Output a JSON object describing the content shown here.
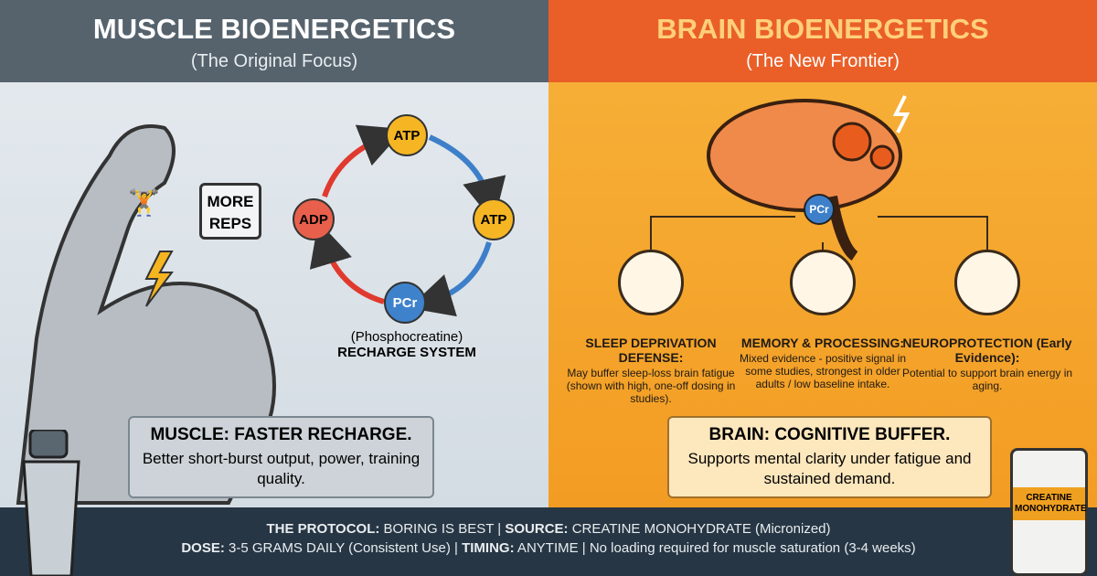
{
  "muscle": {
    "title": "MUSCLE BIOENERGETICS",
    "subtitle": "(The Original Focus)",
    "badge": "MORE REPS",
    "cycle": {
      "top": "ATP",
      "right": "ATP",
      "bottom": "PCr",
      "left": "ADP",
      "caption1": "(Phosphocreatine)",
      "caption2": "RECHARGE SYSTEM"
    },
    "summary": {
      "heading": "MUSCLE: FASTER RECHARGE.",
      "text": "Better short-burst output, power, training quality."
    }
  },
  "brain": {
    "title": "BRAIN BIOENERGETICS",
    "subtitle": "(The New Frontier)",
    "pcr_label": "PCr",
    "benefits": [
      {
        "heading": "SLEEP DEPRIVATION DEFENSE:",
        "text": "May buffer sleep-loss brain fatigue (shown with high, one-off dosing in studies)."
      },
      {
        "heading": "MEMORY & PROCESSING:",
        "text": "Mixed evidence - positive signal in some studies, strongest in older adults / low baseline intake."
      },
      {
        "heading": "NEUROPROTECTION (Early Evidence):",
        "text": "Potential to support brain energy in aging."
      }
    ],
    "summary": {
      "heading": "BRAIN: COGNITIVE BUFFER.",
      "text": "Supports mental clarity under fatigue and sustained demand."
    }
  },
  "bottle_label": "CREATINE MONOHYDRATE",
  "footer": {
    "l1_k1": "THE PROTOCOL:",
    "l1_v1": " BORING IS BEST | ",
    "l1_k2": "SOURCE:",
    "l1_v2": " CREATINE MONOHYDRATE (Micronized)",
    "l2_k1": "DOSE:",
    "l2_v1": " 3-5 GRAMS DAILY (Consistent Use) | ",
    "l2_k2": "TIMING:",
    "l2_v2": " ANYTIME | No loading required for muscle saturation (3-4 weeks)"
  },
  "colors": {
    "muscle_header": "#56636d",
    "brain_header": "#ea5f28",
    "brain_bg": "#f5a623",
    "footer": "#273644"
  }
}
